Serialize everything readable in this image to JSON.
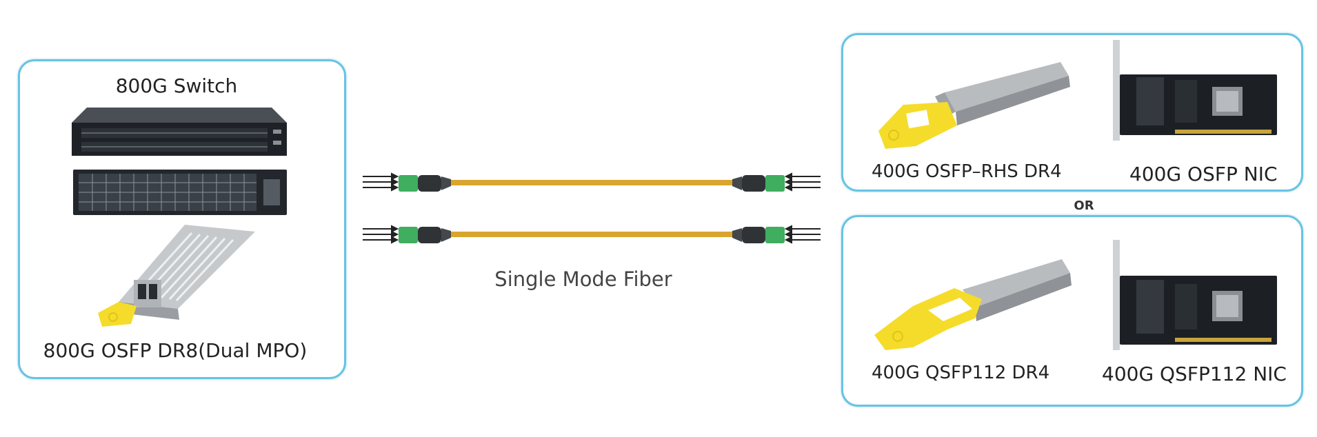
{
  "left_panel": {
    "switch_label": "800G Switch",
    "module_label": "800G OSFP DR8(Dual MPO)"
  },
  "fiber": {
    "label": "Single Mode Fiber",
    "cable_color": "#d9a52e",
    "connector_color": "#3fae5e"
  },
  "separator": "OR",
  "right_top": {
    "module_label": "400G OSFP–RHS DR4",
    "nic_label": "400G OSFP NIC"
  },
  "right_bottom": {
    "module_label": "400G QSFP112 DR4",
    "nic_label": "400G QSFP112 NIC"
  },
  "colors": {
    "panel_border": "#67c3e3",
    "pull_tab": "#f5dc2a"
  }
}
